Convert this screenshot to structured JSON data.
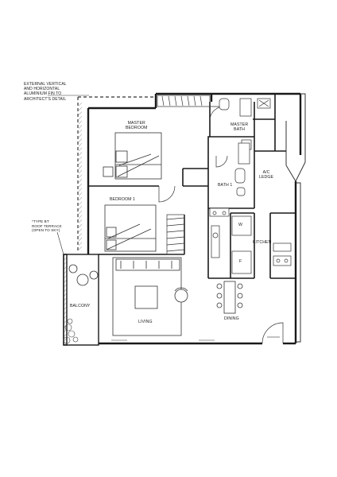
{
  "notes": {
    "fin_line1": "EXTERNAL VERTICAL",
    "fin_line2": "AND HORIZONTAL",
    "fin_line3": "ALUMINIUM FIN TO",
    "fin_line4": "ARCHITECT'S DETAIL",
    "terrace_line1": "*TYPE BT",
    "terrace_line2": "ROOF TERRACE",
    "terrace_line3": "(OPEN TO SKY)"
  },
  "rooms": {
    "master_bedroom_1": "MASTER",
    "master_bedroom_2": "BEDROOM",
    "master_bath_1": "MASTER",
    "master_bath_2": "BATH",
    "bath1": "BATH 1",
    "ac_ledge_1": "A/C",
    "ac_ledge_2": "LEDGE",
    "bedroom1": "BEDROOM 1",
    "kitchen": "KITCHEN",
    "balcony": "BALCONY",
    "living": "LIVING",
    "dining": "DINING"
  },
  "appliances": {
    "washer": "W",
    "fridge": "F"
  },
  "colors": {
    "wall": "#1a1a1a",
    "line": "#333333",
    "hatch": "#777777",
    "background": "#ffffff"
  }
}
